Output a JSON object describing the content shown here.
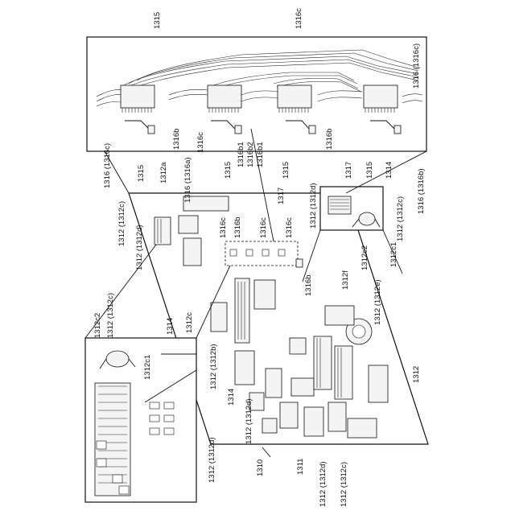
{
  "figure": {
    "labels": {
      "ref_1315_top": "1315",
      "ref_1316c_top": "1316c",
      "ref_1316_1316c_right": "1316 (1316c)",
      "ref_1316_1316c_left": "1316 (1316c)",
      "ref_1316b_a": "1316b",
      "ref_1316c_mid": "1316c",
      "ref_1316b1_a": "1316b1",
      "ref_1316b2": "1316b2",
      "ref_1316b1_b": "1316b1",
      "ref_1316b_b": "1316b",
      "ref_1315_a": "1315",
      "ref_1315_b": "1315",
      "ref_1315_c": "1315",
      "ref_1317_top": "1317",
      "ref_1315_d": "1315",
      "ref_1314_top": "1314",
      "ref_1316_1316b": "1316 (1316b)",
      "ref_1312a": "1312a",
      "ref_1316_1316a": "1316 (1316a)",
      "ref_1312_1312c_top": "1312 (1312c)",
      "ref_1312_1312d_top": "1312 (1312d)",
      "ref_1316c_b": "1316c",
      "ref_1316b_c": "1316b",
      "ref_1316c_c": "1316c",
      "ref_1316c_d": "1316c",
      "ref_1317_mid": "1317",
      "ref_1312_1312d_right": "1312 (1312d)",
      "ref_1312_1312c_right": "1312 (1312c)",
      "ref_1312c1_right": "1312c1",
      "ref_1312c2_right": "1312c2",
      "ref_1312f": "1312f",
      "ref_1316b_d": "1316b",
      "ref_1312_1312e": "1312 (1312e)",
      "ref_1312c2_left": "1312c2",
      "ref_1312_1312c_left": "1312 (1312c)",
      "ref_1314_left": "1314",
      "ref_1312c1_left": "1312c1",
      "ref_1312c_mid": "1312c",
      "ref_1312_1312b": "1312 (1312b)",
      "ref_1314_mid": "1314",
      "ref_1312_1312d_mid": "1312 (1312d)",
      "ref_1312_1312d_bottomleft": "1312 (1312d)",
      "ref_1310": "1310",
      "ref_1311": "1311",
      "ref_1312_1312d_bottom": "1312 (1312d)",
      "ref_1312_1312c_bottom": "1312 (1312c)",
      "ref_1312_right": "1312"
    }
  }
}
